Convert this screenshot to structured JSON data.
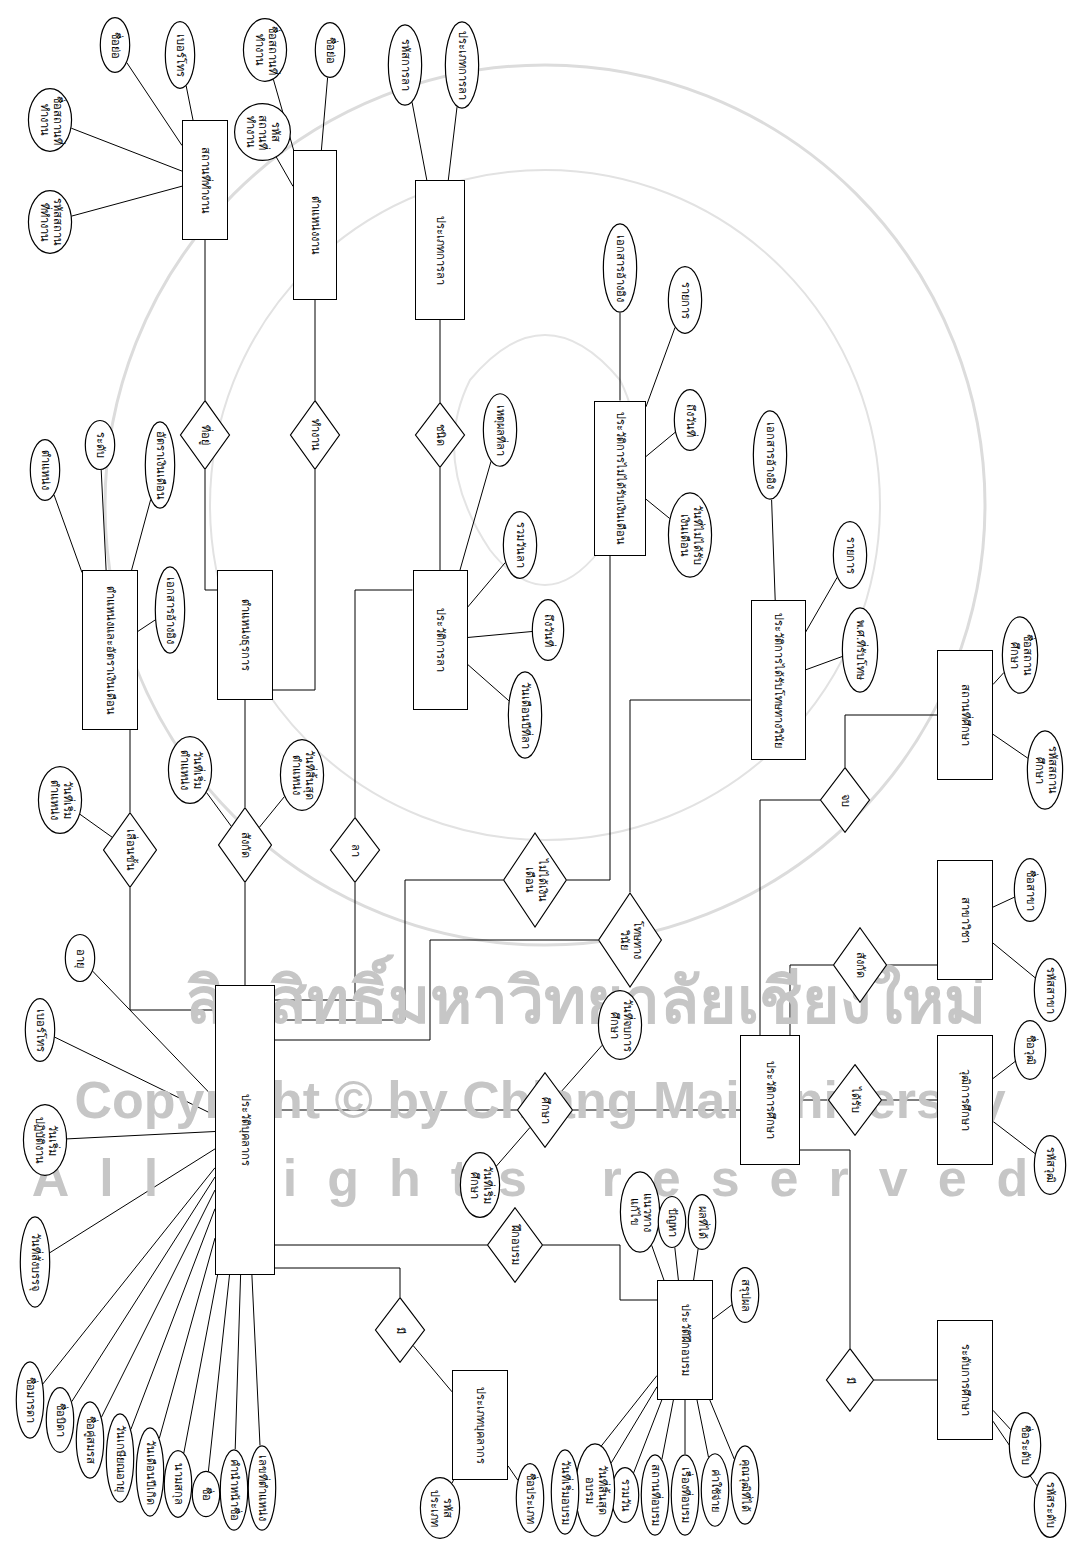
{
  "diagram": {
    "nodes": [
      {
        "text": [
          "ประวัติบุคลากร"
        ]
      },
      {
        "text": [
          "ตำแหน่งและอัตราเงินเดือน"
        ]
      },
      {
        "text": [
          "ตำแหน่งธุรการ"
        ]
      },
      {
        "text": [
          "สถานที่ทำงาน"
        ]
      },
      {
        "text": [
          "ตำแหน่งงาน"
        ]
      },
      {
        "text": [
          "ประเภทการลา"
        ]
      },
      {
        "text": [
          "ประวัติการลา"
        ]
      },
      {
        "text": [
          "ประวัติการไม่ได้รับเงินเดือน"
        ]
      },
      {
        "text": [
          "ประวัติการได้รับโทษทางวินัย"
        ]
      },
      {
        "text": [
          "สถานที่ศึกษา"
        ]
      },
      {
        "text": [
          "สาขาวิชา"
        ]
      },
      {
        "text": [
          "วุฒิการศึกษา"
        ]
      },
      {
        "text": [
          "ระดับการศึกษา"
        ]
      },
      {
        "text": [
          "ประวัติการศึกษา"
        ]
      },
      {
        "text": [
          "ประวัติฝึกอบรม"
        ]
      },
      {
        "text": [
          "ประเภทบุคลากร"
        ]
      },
      {
        "text": [
          "เลื่อนขั้น"
        ]
      },
      {
        "text": [
          "สังกัด"
        ]
      },
      {
        "text": [
          "ลา"
        ]
      },
      {
        "text": [
          "ที่อยู่"
        ]
      },
      {
        "text": [
          "ทำงาน"
        ]
      },
      {
        "text": [
          "ชนิด"
        ]
      },
      {
        "text": [
          "ไม่ได้เงินเดือน"
        ]
      },
      {
        "text": [
          "โทษทางวินัย"
        ]
      },
      {
        "text": [
          "ศึกษา"
        ]
      },
      {
        "text": [
          "จบ"
        ]
      },
      {
        "text": [
          "สังกัด"
        ]
      },
      {
        "text": [
          "ได้รับ"
        ]
      },
      {
        "text": [
          "มี"
        ]
      },
      {
        "text": [
          "ฝึกอบรม"
        ]
      },
      {
        "text": [
          "มี"
        ]
      },
      {
        "text": [
          "อายุ"
        ]
      },
      {
        "text": [
          "เบอร์โทร"
        ]
      },
      {
        "text": [
          "วันเริ่มปฏิบัติงาน"
        ]
      },
      {
        "text": [
          "วันที่สั่งบรรจุ"
        ]
      },
      {
        "text": [
          "ชื่อมารดา"
        ]
      },
      {
        "text": [
          "ชื่อบิดา"
        ]
      },
      {
        "text": [
          "ชื่อคู่สมรส"
        ]
      },
      {
        "text": [
          "วันเกษียณอายุ"
        ]
      },
      {
        "text": [
          "วันเดือนปีเกิด"
        ]
      },
      {
        "text": [
          "นามสกุล"
        ]
      },
      {
        "text": [
          "ชื่อ"
        ]
      },
      {
        "text": [
          "คำนำหน้าชื่อ"
        ]
      },
      {
        "text": [
          "เลขที่ตำแหน่ง"
        ]
      },
      {
        "text": [
          "วันที่เริ่มตำแหน่ง"
        ]
      },
      {
        "text": [
          "ตำแหน่ง"
        ]
      },
      {
        "text": [
          "ระดับ"
        ]
      },
      {
        "text": [
          "อัตราเงินเดือน"
        ]
      },
      {
        "text": [
          "เอกสารอ้างอิง"
        ]
      },
      {
        "text": [
          "วันที่เริ่มตำแหน่ง"
        ]
      },
      {
        "text": [
          "วันที่สิ้นสุดตำแหน่ง"
        ]
      },
      {
        "text": [
          "รหัสสถานที่ทำงาน"
        ]
      },
      {
        "text": [
          "ชื่อสถานที่ทำงาน"
        ]
      },
      {
        "text": [
          "ชื่อย่อ"
        ]
      },
      {
        "text": [
          "เบอร์โทร"
        ]
      },
      {
        "text": [
          "ชื่อสถานที่ทำงาน"
        ]
      },
      {
        "text": [
          "ชื่อย่อ"
        ]
      },
      {
        "text": [
          "รหัสสถานที่ทำงาน"
        ]
      },
      {
        "text": [
          "รหัสการลา"
        ]
      },
      {
        "text": [
          "ประเภทการลา"
        ]
      },
      {
        "text": [
          "เหตุผลที่ลา"
        ]
      },
      {
        "text": [
          "รวมวันลา"
        ]
      },
      {
        "text": [
          "ถึงวันที่"
        ]
      },
      {
        "text": [
          "วันเดือนปีที่ลา"
        ]
      },
      {
        "text": [
          "เอกสารอ้างอิง"
        ]
      },
      {
        "text": [
          "รายการ"
        ]
      },
      {
        "text": [
          "ถึงวันที่"
        ]
      },
      {
        "text": [
          "วันที่ไม่ได้รับเงินเดือน"
        ]
      },
      {
        "text": [
          "เอกสารอ้างอิง"
        ]
      },
      {
        "text": [
          "รายการ"
        ]
      },
      {
        "text": [
          "พ.ศ.ที่รับโทษ"
        ]
      },
      {
        "text": [
          "ชื่อสถานศึกษา"
        ]
      },
      {
        "text": [
          "รหัสสถานศึกษา"
        ]
      },
      {
        "text": [
          "ชื่อสาขา"
        ]
      },
      {
        "text": [
          "รหัสสาขา"
        ]
      },
      {
        "text": [
          "ชื่อวุฒิ"
        ]
      },
      {
        "text": [
          "รหัสวุฒิ"
        ]
      },
      {
        "text": [
          "ชื่อระดับ"
        ]
      },
      {
        "text": [
          "รหัสระดับ"
        ]
      },
      {
        "text": [
          "วันที่เริ่มศึกษา"
        ]
      },
      {
        "text": [
          "วันที่จบการศึกษา"
        ]
      },
      {
        "text": [
          "แนวทางแก้ไข"
        ]
      },
      {
        "text": [
          "ปัญหา"
        ]
      },
      {
        "text": [
          "ผลที่ได้"
        ]
      },
      {
        "text": [
          "สรุปผล"
        ]
      },
      {
        "text": [
          "คุณวุฒิที่ได้"
        ]
      },
      {
        "text": [
          "ค่าใช้จ่าย"
        ]
      },
      {
        "text": [
          "เรื่องที่อบรม"
        ]
      },
      {
        "text": [
          "สถานที่อบรม"
        ]
      },
      {
        "text": [
          "รวมวัน"
        ]
      },
      {
        "text": [
          "วันที่สิ้นสุดอบรม"
        ]
      },
      {
        "text": [
          "วันที่เริ่มอบรม"
        ]
      },
      {
        "text": [
          "รหัสประเภท"
        ]
      },
      {
        "text": [
          "ชื่อประเภท"
        ]
      }
    ],
    "edges": [
      {
        "from": 0,
        "to": 16,
        "arrow": "none"
      },
      {
        "from": 16,
        "to": 1,
        "arrow": "none"
      },
      {
        "from": 0,
        "to": 17,
        "arrow": "none"
      },
      {
        "from": 17,
        "to": 2,
        "arrow": "none"
      },
      {
        "from": 0,
        "to": 18,
        "arrow": "none"
      },
      {
        "from": 18,
        "to": 6,
        "arrow": "none"
      },
      {
        "from": 2,
        "to": 19,
        "arrow": "none"
      },
      {
        "from": 19,
        "to": 3,
        "arrow": "none"
      },
      {
        "from": 2,
        "to": 20,
        "arrow": "none"
      },
      {
        "from": 20,
        "to": 4,
        "arrow": "none"
      },
      {
        "from": 6,
        "to": 21,
        "arrow": "none"
      },
      {
        "from": 21,
        "to": 5,
        "arrow": "none"
      },
      {
        "from": 0,
        "to": 22,
        "arrow": "none"
      },
      {
        "from": 22,
        "to": 7,
        "arrow": "none"
      },
      {
        "from": 0,
        "to": 23,
        "arrow": "none"
      },
      {
        "from": 23,
        "to": 8,
        "arrow": "none"
      },
      {
        "from": 0,
        "to": 24,
        "arrow": "none"
      },
      {
        "from": 24,
        "to": 13,
        "arrow": "none"
      },
      {
        "from": 13,
        "to": 25,
        "arrow": "none"
      },
      {
        "from": 25,
        "to": 9,
        "arrow": "none"
      },
      {
        "from": 13,
        "to": 26,
        "arrow": "none"
      },
      {
        "from": 26,
        "to": 10,
        "arrow": "none"
      },
      {
        "from": 13,
        "to": 27,
        "arrow": "none"
      },
      {
        "from": 27,
        "to": 11,
        "arrow": "none"
      },
      {
        "from": 13,
        "to": 28,
        "arrow": "none"
      },
      {
        "from": 28,
        "to": 12,
        "arrow": "none"
      },
      {
        "from": 0,
        "to": 29,
        "arrow": "none"
      },
      {
        "from": 29,
        "to": 14,
        "arrow": "none"
      },
      {
        "from": 0,
        "to": 30,
        "arrow": "none"
      },
      {
        "from": 30,
        "to": 15,
        "arrow": "none"
      },
      {
        "from": 0,
        "to": 31,
        "arrow": "none"
      },
      {
        "from": 0,
        "to": 32,
        "arrow": "none"
      },
      {
        "from": 0,
        "to": 33,
        "arrow": "none"
      },
      {
        "from": 0,
        "to": 34,
        "arrow": "none"
      },
      {
        "from": 0,
        "to": 35,
        "arrow": "none"
      },
      {
        "from": 0,
        "to": 36,
        "arrow": "none"
      },
      {
        "from": 0,
        "to": 37,
        "arrow": "none"
      },
      {
        "from": 0,
        "to": 38,
        "arrow": "none"
      },
      {
        "from": 0,
        "to": 39,
        "arrow": "none"
      },
      {
        "from": 0,
        "to": 40,
        "arrow": "none"
      },
      {
        "from": 0,
        "to": 41,
        "arrow": "none"
      },
      {
        "from": 0,
        "to": 42,
        "arrow": "none"
      },
      {
        "from": 0,
        "to": 43,
        "arrow": "none"
      },
      {
        "from": 16,
        "to": 44,
        "arrow": "none"
      },
      {
        "from": 1,
        "to": 45,
        "arrow": "none"
      },
      {
        "from": 1,
        "to": 46,
        "arrow": "none"
      },
      {
        "from": 1,
        "to": 47,
        "arrow": "none"
      },
      {
        "from": 1,
        "to": 48,
        "arrow": "none"
      },
      {
        "from": 17,
        "to": 49,
        "arrow": "none"
      },
      {
        "from": 17,
        "to": 50,
        "arrow": "none"
      },
      {
        "from": 3,
        "to": 51,
        "arrow": "none"
      },
      {
        "from": 3,
        "to": 52,
        "arrow": "none"
      },
      {
        "from": 3,
        "to": 53,
        "arrow": "none"
      },
      {
        "from": 3,
        "to": 54,
        "arrow": "none"
      },
      {
        "from": 4,
        "to": 55,
        "arrow": "none"
      },
      {
        "from": 4,
        "to": 56,
        "arrow": "none"
      },
      {
        "from": 4,
        "to": 57,
        "arrow": "none"
      },
      {
        "from": 5,
        "to": 58,
        "arrow": "none"
      },
      {
        "from": 5,
        "to": 59,
        "arrow": "none"
      },
      {
        "from": 6,
        "to": 60,
        "arrow": "none"
      },
      {
        "from": 6,
        "to": 61,
        "arrow": "none"
      },
      {
        "from": 6,
        "to": 62,
        "arrow": "none"
      },
      {
        "from": 6,
        "to": 63,
        "arrow": "none"
      },
      {
        "from": 7,
        "to": 64,
        "arrow": "none"
      },
      {
        "from": 7,
        "to": 65,
        "arrow": "none"
      },
      {
        "from": 7,
        "to": 66,
        "arrow": "none"
      },
      {
        "from": 7,
        "to": 67,
        "arrow": "none"
      },
      {
        "from": 8,
        "to": 68,
        "arrow": "none"
      },
      {
        "from": 8,
        "to": 69,
        "arrow": "none"
      },
      {
        "from": 8,
        "to": 70,
        "arrow": "none"
      },
      {
        "from": 9,
        "to": 71,
        "arrow": "none"
      },
      {
        "from": 9,
        "to": 72,
        "arrow": "none"
      },
      {
        "from": 10,
        "to": 73,
        "arrow": "none"
      },
      {
        "from": 10,
        "to": 74,
        "arrow": "none"
      },
      {
        "from": 11,
        "to": 75,
        "arrow": "none"
      },
      {
        "from": 11,
        "to": 76,
        "arrow": "none"
      },
      {
        "from": 12,
        "to": 77,
        "arrow": "none"
      },
      {
        "from": 12,
        "to": 78,
        "arrow": "none"
      },
      {
        "from": 24,
        "to": 79,
        "arrow": "none"
      },
      {
        "from": 24,
        "to": 80,
        "arrow": "none"
      },
      {
        "from": 14,
        "to": 81,
        "arrow": "none"
      },
      {
        "from": 14,
        "to": 82,
        "arrow": "none"
      },
      {
        "from": 14,
        "to": 83,
        "arrow": "none"
      },
      {
        "from": 14,
        "to": 84,
        "arrow": "none"
      },
      {
        "from": 14,
        "to": 85,
        "arrow": "none"
      },
      {
        "from": 14,
        "to": 86,
        "arrow": "none"
      },
      {
        "from": 14,
        "to": 87,
        "arrow": "none"
      },
      {
        "from": 14,
        "to": 88,
        "arrow": "none"
      },
      {
        "from": 14,
        "to": 89,
        "arrow": "none"
      },
      {
        "from": 14,
        "to": 90,
        "arrow": "none"
      },
      {
        "from": 14,
        "to": 91,
        "arrow": "none"
      },
      {
        "from": 15,
        "to": 92,
        "arrow": "none"
      },
      {
        "from": 15,
        "to": 93,
        "arrow": "none"
      }
    ],
    "labels": [
      "ลิขสิทธิ์มหาวิทยาลัยเชียงใหม่",
      "Copyright © by Chiang Mai University",
      "All rights reserved"
    ]
  }
}
